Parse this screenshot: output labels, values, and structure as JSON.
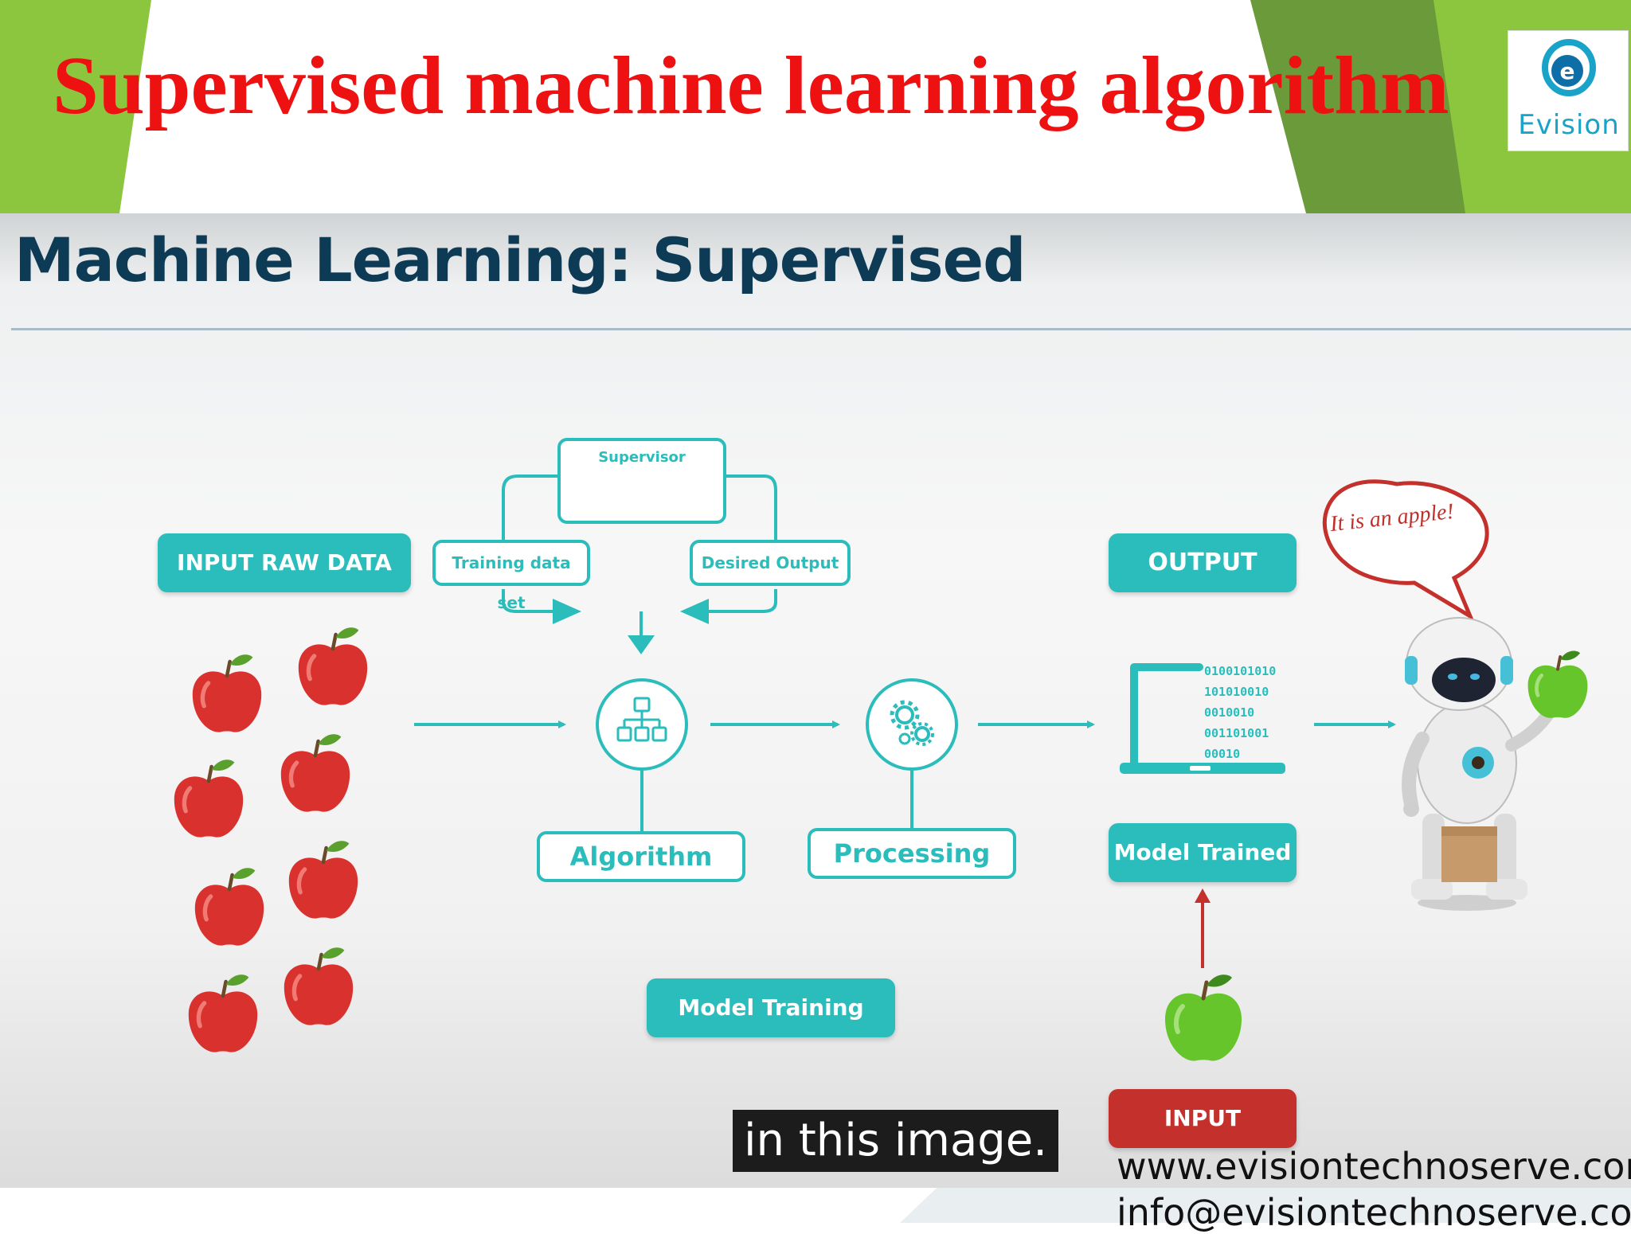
{
  "slide": {
    "title": "Supervised machine learning algorithm",
    "logo_text": "Evision",
    "logo_letter": "e",
    "footer_website": "www.evisiontechnoserve.com",
    "footer_email": "info@evisiontechnoserve.com"
  },
  "video": {
    "title": "Machine Learning: Supervised",
    "caption": "in this image.",
    "labels": {
      "input_raw_data": "INPUT RAW DATA",
      "supervisor": "Supervisor",
      "training_data_set": "Training data set",
      "desired_output": "Desired Output",
      "algorithm": "Algorithm",
      "processing": "Processing",
      "output": "OUTPUT",
      "model_trained": "Model Trained",
      "model_training": "Model Training",
      "input": "INPUT",
      "speech_bubble": "It is an apple!",
      "binary_lines": [
        "0100101010",
        "101010010",
        "0010010",
        "001101001",
        "00010"
      ]
    }
  },
  "colors": {
    "title_red": "#ee1111",
    "frame_green": "#8cc63f",
    "frame_dark_green": "#6a9a3a",
    "teal": "#2bbcbc",
    "navy": "#0d3b55",
    "apple_red": "#d9312e",
    "apple_green": "#66c52b",
    "input_red": "#c4302b"
  }
}
